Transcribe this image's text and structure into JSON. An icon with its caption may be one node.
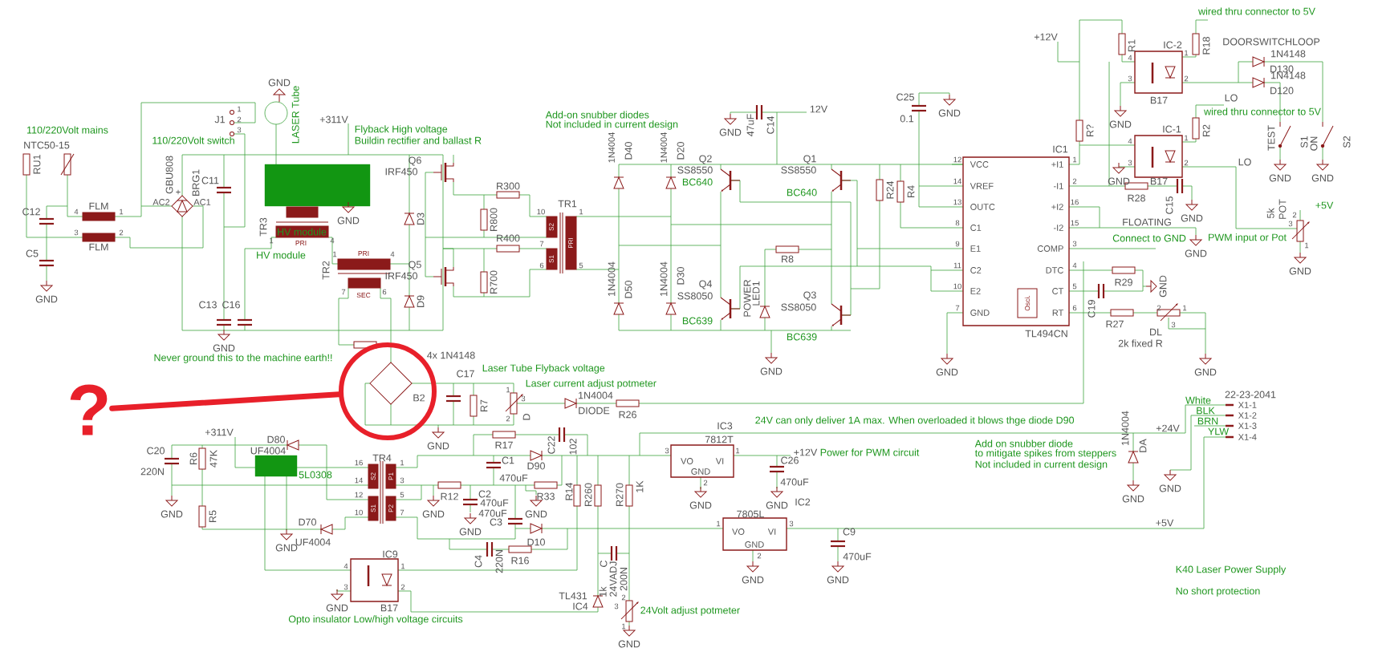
{
  "diagram": {
    "nodes": [
      {
        "text": [
          "?"
        ]
      },
      {
        "text": [],
        "shape": "circle"
      }
    ],
    "edges": [
      {
        "from": 0,
        "to": 1,
        "arrow": "none",
        "color": "#e8202a"
      }
    ],
    "labels": [
      "110/220Volt mains",
      "NTC50-15",
      "RU1",
      "J1",
      "1",
      "2",
      "3",
      "GND",
      "LASER Tube",
      "+311V",
      "Flyback High voltage",
      "110/220Volt switch",
      "Buildin rectifier and ballast R",
      "GBU808",
      "BRG1",
      "AC2",
      "AC1",
      "+",
      "C11",
      "C12",
      "FLM",
      "4",
      "1",
      "3",
      "2",
      "FLM",
      "C5",
      "GND",
      "GND",
      "TR3",
      "HV module",
      "1",
      "PRI",
      "4",
      "HV module",
      "TR2",
      "1",
      "PRI",
      "4",
      "SEC",
      "7",
      "6",
      "Q6",
      "IRF450",
      "D3",
      "Q5",
      "IRF450",
      "D9",
      "C13",
      "C16",
      "Add-on snubber diodes",
      "Not included in current design",
      "GND",
      "47uF",
      "C14",
      "12V",
      "R300",
      "R800",
      "R400",
      "R700",
      "TR1",
      "10",
      "1",
      "S2",
      "7",
      "S1",
      "6",
      "PRI",
      "5",
      "1N4004",
      "D40",
      "1N4004",
      "D20",
      "Q2",
      "SS8550",
      "BC640",
      "Q1",
      "SS8550",
      "BC640",
      "R24",
      "R4",
      "R8",
      "1N4004",
      "D50",
      "1N4004",
      "D30",
      "Q4",
      "SS8050",
      "BC639",
      "POWER",
      "LED1",
      "Q3",
      "SS8050",
      "BC639",
      "C25",
      "0.1",
      "GND",
      "+12V",
      "R1",
      "IC-2",
      "R18",
      "wired thru connector to 5V",
      "DOORSWITCHLOOP",
      "1N4148",
      "D130",
      "1N4148",
      "D120",
      "4",
      "1",
      "3",
      "2",
      "B17",
      "GND",
      "LO",
      "wired thru connector to 5V",
      "R?",
      "IC-1",
      "R2",
      "4",
      "1",
      "3",
      "2",
      "LO",
      "TEST",
      "S1",
      "ON",
      "S2",
      "GND",
      "GND",
      "GND",
      "B17",
      "R28",
      "C15",
      "GND",
      "IC1",
      "12",
      "VCC",
      "+I1",
      "1",
      "14",
      "VREF",
      "-I1",
      "2",
      "13",
      "OUTC",
      "+I2",
      "16",
      "8",
      "C1",
      "-I2",
      "15",
      "9",
      "E1",
      "COMP",
      "3",
      "11",
      "C2",
      "DTC",
      "4",
      "10",
      "E2",
      "CT",
      "5",
      "7",
      "GND",
      "Osci.",
      "RT",
      "6",
      "TL494CN",
      "FLOATING",
      "Connect to GND",
      "GND",
      "PWM input or Pot",
      "5k",
      "POT",
      "+5V",
      "2",
      "3",
      "1",
      "GND",
      "R29",
      "GND",
      "C19",
      "2",
      "1",
      "R27",
      "3",
      "DL",
      "2k fixed R",
      "GND",
      "Never ground this to the machine earth!!",
      "4x 1N4148",
      "C17",
      "B2",
      "GND",
      "Laser Tube Flyback voltage",
      "Laser current adjust potmeter",
      "R7",
      "1",
      "3",
      "2",
      "D",
      "1N4004",
      "DIODE",
      "R26",
      "24V can only deliver 1A max. When overloaded it blows thge diode D90",
      "White",
      "22-23-2041",
      "X1-1",
      "BLK",
      "X1-2",
      "+24V",
      "BRN",
      "X1-3",
      "YLW",
      "X1-4",
      "1N4004",
      "DA",
      "Add on snubber diode",
      "to mitigate spikes from steppers",
      "Not included in current design",
      "GND",
      "GND",
      "+311V",
      "D80",
      "UF4004",
      "5L0308",
      "C20",
      "220N",
      "R6",
      "47K",
      "R5",
      "GND",
      "TR4",
      "16",
      "1",
      "S2",
      "P1",
      "14",
      "3",
      "12",
      "5",
      "S1",
      "P2",
      "10",
      "7",
      "R17",
      "C22",
      "102",
      "IC3",
      "7812T",
      "3",
      "VO",
      "VI",
      "1",
      "GND",
      "2",
      "+12V",
      "Power for PWM circuit",
      "C1",
      "D90",
      "C26",
      "470uF",
      "470uF",
      "R12",
      "C2",
      "R33",
      "R14",
      "R260",
      "R270",
      "1K",
      "470uF",
      "GND",
      "GND",
      "IC2",
      "GND",
      "470uF",
      "GND",
      "7805L",
      "D70",
      "C3",
      "1",
      "3",
      "+5V",
      "GND",
      "VO",
      "VI",
      "C9",
      "GND",
      "UF4004",
      "D10",
      "GND",
      "2",
      "470uF",
      "C4",
      "220N",
      "R16",
      "IC9",
      "4",
      "1",
      "3",
      "2",
      "C",
      "24VADJ",
      "200N",
      "1k",
      "K40 Laser Power Supply",
      "GND",
      "GND",
      "TL431",
      "2",
      "No short protection",
      "GND",
      "B17",
      "IC4",
      "3",
      "24Volt adjust potmeter",
      "1",
      "Opto insulator Low/high voltage circuits",
      "GND",
      "GND",
      "GND",
      "GND"
    ]
  }
}
